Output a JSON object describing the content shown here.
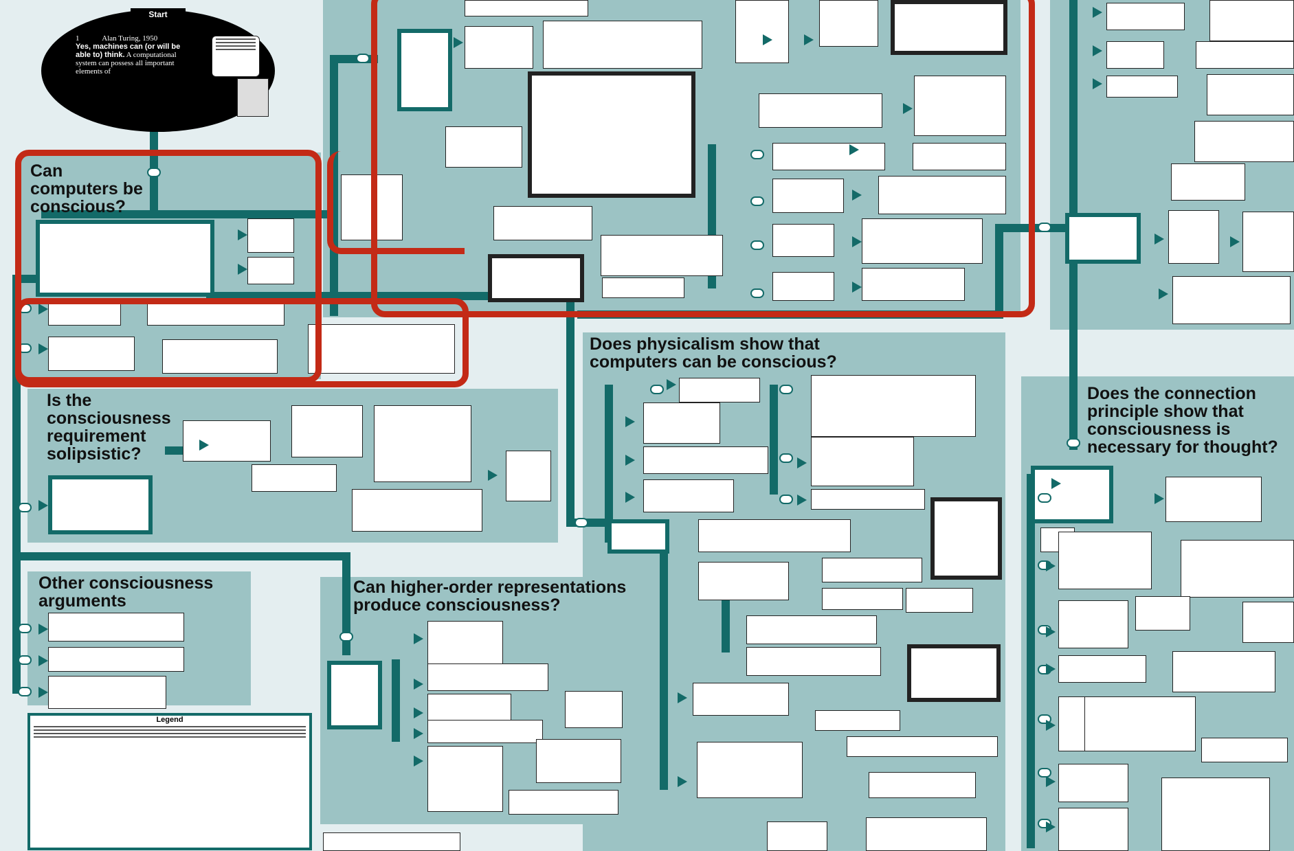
{
  "start": {
    "label": "Start",
    "number": "1",
    "author": "Alan Turing, 1950",
    "claim_bold": "Yes, machines can (or will be able to) think.",
    "claim_rest": "A computational system can possess all important elements of"
  },
  "regions": {
    "can_computers_be_conscious": "Can computers be conscious?",
    "solipsistic": "Is the consciousness requirement solipsistic?",
    "other_arguments": "Other consciousness arguments",
    "higher_order": "Can higher-order representations produce consciousness?",
    "physicalism": "Does physicalism show that computers can be conscious?",
    "connection_principle": "Does the connection principle show that consciousness is necessary for thought?"
  },
  "legend": {
    "title": "Legend"
  },
  "colors": {
    "background": "#e4eef0",
    "region": "#9cc3c4",
    "pipe": "#136a68",
    "highlight": "#c32a16"
  }
}
